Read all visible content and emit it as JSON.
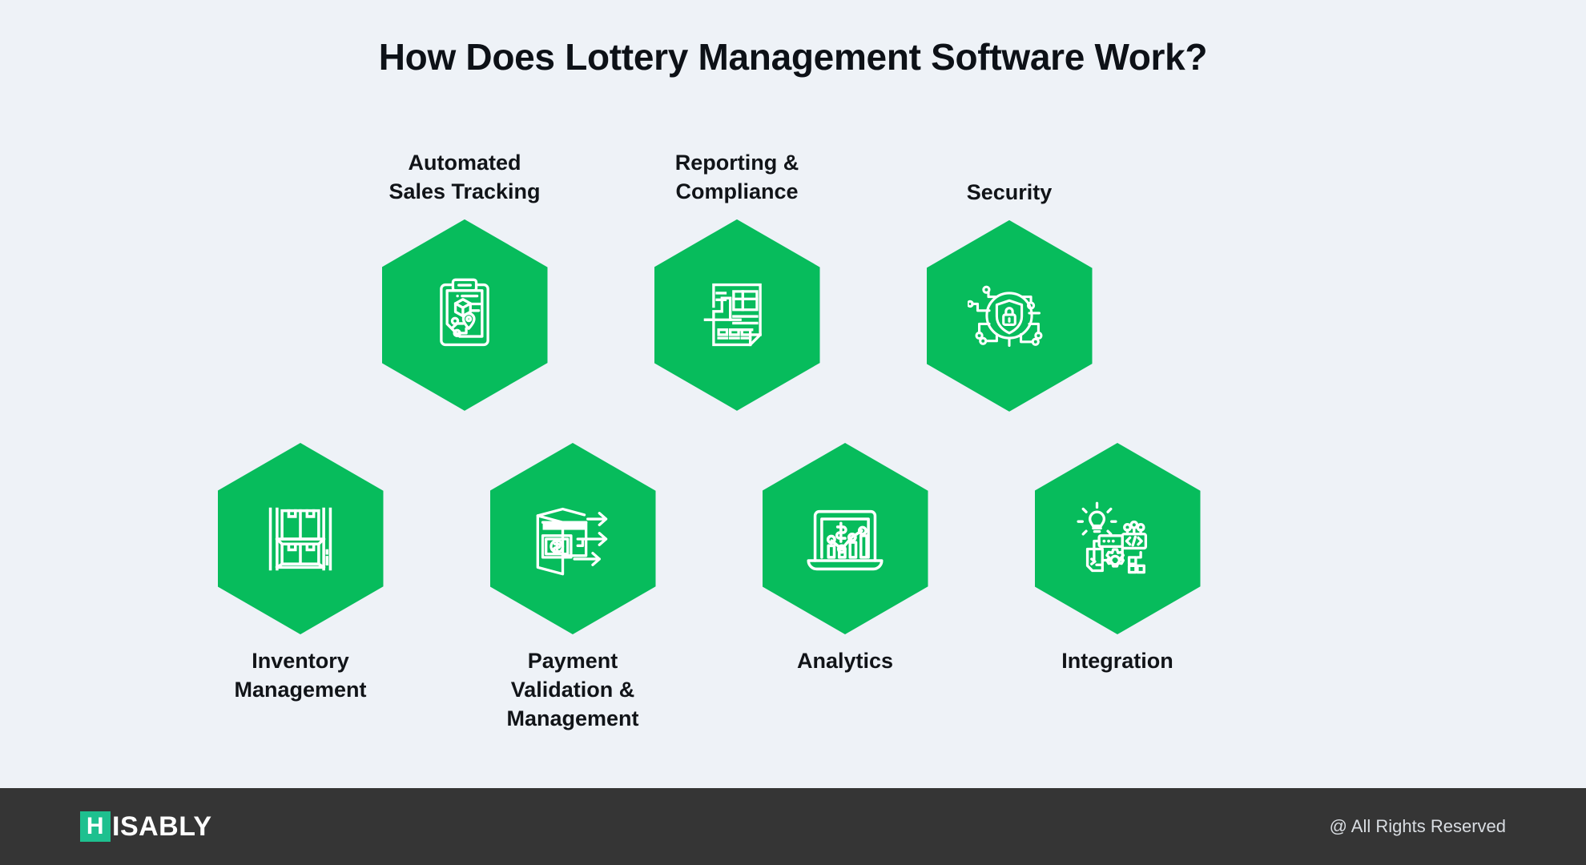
{
  "page": {
    "title": "How Does Lottery Management Software Work?",
    "background_color": "#eef2f7",
    "accent_color": "#07bc5c",
    "text_color": "#111418"
  },
  "nodes": [
    {
      "id": "automated-sales-tracking",
      "label": "Automated\nSales Tracking",
      "label_position": "above",
      "icon": "clipboard-package-tracking-icon",
      "color": "#07bc5c"
    },
    {
      "id": "reporting-compliance",
      "label": "Reporting &\nCompliance",
      "label_position": "above",
      "icon": "report-document-chart-icon",
      "color": "#07bc5c"
    },
    {
      "id": "security",
      "label": "Security",
      "label_position": "above",
      "icon": "shield-lock-network-icon",
      "color": "#07bc5c"
    },
    {
      "id": "inventory-management",
      "label": "Inventory\nManagement",
      "label_position": "below",
      "icon": "warehouse-shelf-boxes-icon",
      "color": "#07bc5c"
    },
    {
      "id": "payment-validation-management",
      "label": "Payment\nValidation &\nManagement",
      "label_position": "below",
      "icon": "wallet-cash-transfer-icon",
      "color": "#07bc5c"
    },
    {
      "id": "analytics",
      "label": "Analytics",
      "label_position": "below",
      "icon": "laptop-analytics-chart-icon",
      "color": "#07bc5c"
    },
    {
      "id": "integration",
      "label": "Integration",
      "label_position": "below",
      "icon": "code-integration-gear-icon",
      "color": "#07bc5c"
    }
  ],
  "footer": {
    "logo_badge": "H",
    "logo_text": "ISABLY",
    "logo_badge_color": "#1ec08f",
    "background_color": "#353535",
    "copyright": "@ All Rights Reserved"
  }
}
